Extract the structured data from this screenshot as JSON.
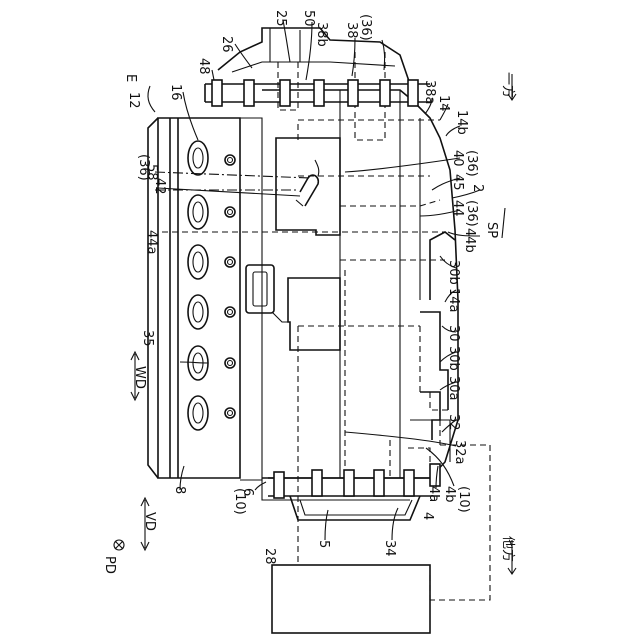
{
  "labels": {
    "E": "E",
    "12": "12",
    "16": "16",
    "26": "26",
    "25": "25",
    "50": "50",
    "38b": "38b",
    "38": "38",
    "36_top": "(36)",
    "48": "48",
    "38a": "38a",
    "14": "14",
    "14b": "14b",
    "40": "40",
    "36_r40": "(36)",
    "45": "45",
    "2": "2",
    "44": "44",
    "36_r44": "(36)",
    "SP": "SP",
    "44b": "44b",
    "30b_upper": "30b",
    "14a": "14a",
    "30": "30",
    "30b_lower": "30b",
    "30a": "30a",
    "32": "32",
    "32a": "32a",
    "4a": "4a",
    "4b": "4b",
    "10_r": "(10)",
    "4": "4",
    "36_left": "(36)",
    "58": "58",
    "42": "42",
    "44a": "44a",
    "WD": "WD",
    "35": "35",
    "VD": "VD",
    "8": "8",
    "10_l": "(10)",
    "6": "6",
    "5": "5",
    "34": "34",
    "PD": "PD",
    "28": "28",
    "one_side": "一方",
    "other_side": "他方"
  }
}
